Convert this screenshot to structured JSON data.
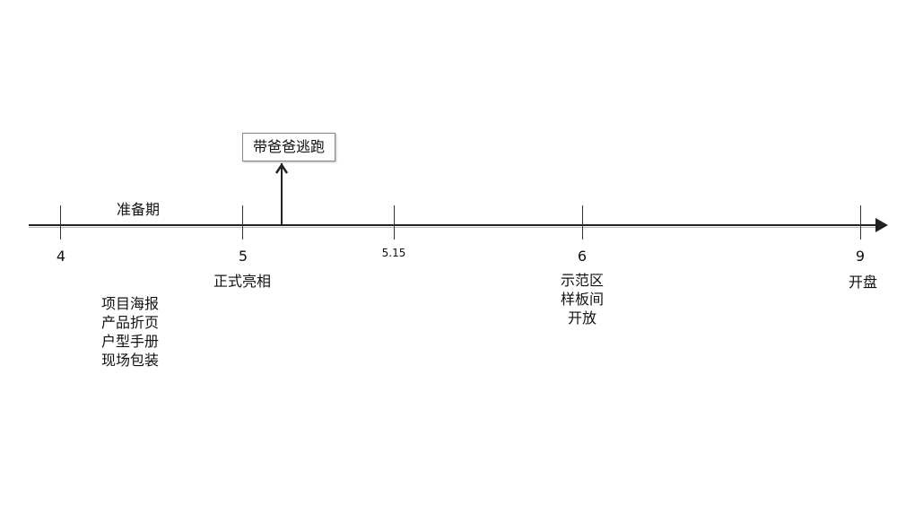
{
  "timeline": {
    "ticks": [
      {
        "id": "4",
        "label": "4"
      },
      {
        "id": "5",
        "label": "5"
      },
      {
        "id": "5-15",
        "label": "5.15"
      },
      {
        "id": "6",
        "label": "6"
      },
      {
        "id": "9",
        "label": "9"
      }
    ],
    "phase_label": "准备期",
    "callout": "带爸爸逃跑",
    "milestones": {
      "may": "正式亮相",
      "june": [
        "示范区",
        "样板间",
        "开放"
      ],
      "sept": "开盘"
    },
    "deliverables": [
      "项目海报",
      "产品折页",
      "户型手册",
      "现场包装"
    ]
  }
}
